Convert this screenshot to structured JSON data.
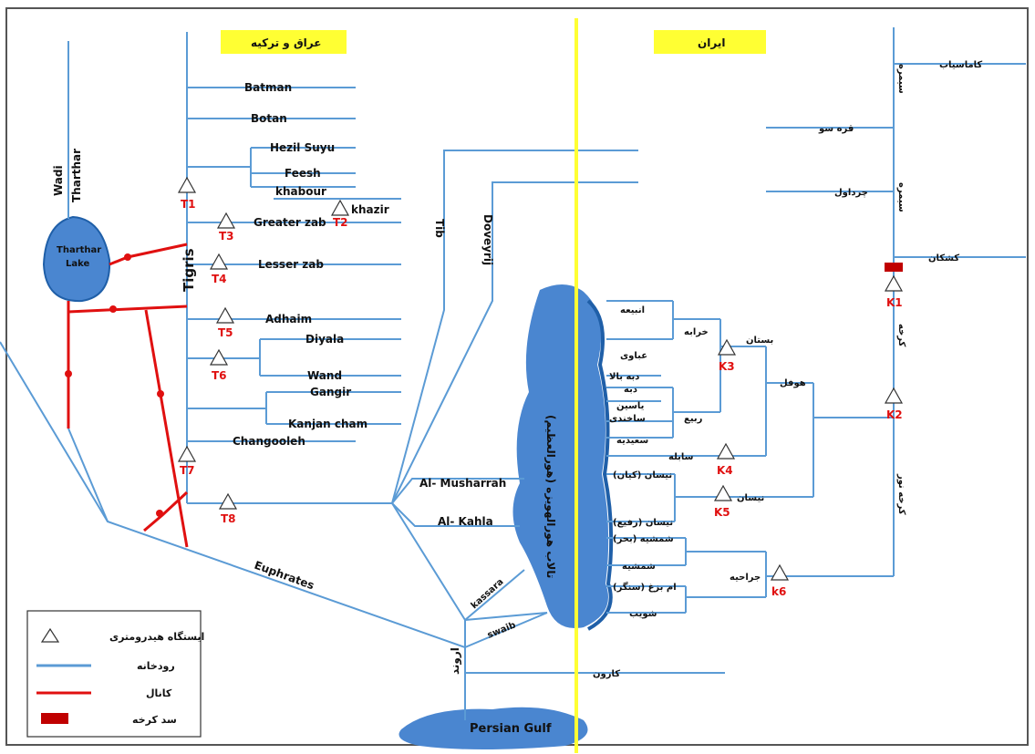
{
  "colors": {
    "river": "#5b9bd5",
    "canal": "#e01010",
    "border": "#ffff33",
    "lake": "#4a86d0",
    "dam": "#c00000"
  },
  "titles": {
    "iraq_turkey": "عراق و ترکیه",
    "iran": "ایران"
  },
  "iraq_rivers": {
    "batman": "Batman",
    "botan": "Botan",
    "hezil": "Hezil Suyu",
    "feesh": "Feesh",
    "khabour": "khabour",
    "khazir": "khazir",
    "greater_zab": "Greater zab",
    "lesser_zab": "Lesser zab",
    "adhaim": "Adhaim",
    "diyala": "Diyala",
    "wand": "Wand",
    "gangir": "Gangir",
    "kanjan": "Kanjan cham",
    "changooleh": "Changooleh",
    "tigris": "Tigris",
    "euphrates": "Euphrates",
    "wadi": "Wadi",
    "tharthar": "Tharthar",
    "tharthar_lake_1": "Tharthar",
    "tharthar_lake_2": "Lake",
    "tib": "Tib",
    "doveyrij": "Doveyrij",
    "musharrah": "Al- Musharrah",
    "kahla": "Al- Kahla",
    "kassara": "kassara",
    "swaib": "swaib",
    "arvand": "اروند",
    "persian_gulf": "Persian Gulf"
  },
  "stations_iraq": [
    "T1",
    "T2",
    "T3",
    "T4",
    "T5",
    "T6",
    "T7",
    "T8"
  ],
  "iran_rivers": {
    "kamasiab": "کاماسیاب",
    "seymareh_1": "سیمره",
    "gharehsou": "قره سو",
    "seymareh_2": "سیمره",
    "cherdavol": "چرداول",
    "kashkan": "کشکان",
    "karkheh": "کرخه",
    "karkheh_nour": "کرخه نور",
    "hoor": "تالاب هورالهویزه (هورالعظیم)",
    "onaybeh": "انبیعه",
    "kharabeh": "خرابه",
    "abbasi": "عباوی",
    "bostan": "بستان",
    "dobeh_bala": "دبه بالا",
    "dobeh": "دبه",
    "yasin": "یاسین",
    "sakhendi": "ساخندی",
    "rabi": "ربیع",
    "saidiyeh": "سعیدیه",
    "hoofel": "هوفل",
    "sabeleh": "سابله",
    "neysan_kian": "نیسان (کیان)",
    "neysan_rafi": "نیسان (رفیع)",
    "neysan": "نیسان",
    "shemshieh_bahr": "شمشیه (بحر)",
    "shemshieh": "شمشیه",
    "jarahieh": "جراحیه",
    "ombezeh": "ام بزغ (سنگر)",
    "shoib": "شویب",
    "karoun": "کارون"
  },
  "stations_iran": [
    "K1",
    "K2",
    "K3",
    "K4",
    "K5",
    "k6"
  ],
  "legend": {
    "station": "ایستگاه هیدرومتری",
    "river": "رودخانه",
    "canal": "کانال",
    "dam": "سد کرخه"
  }
}
